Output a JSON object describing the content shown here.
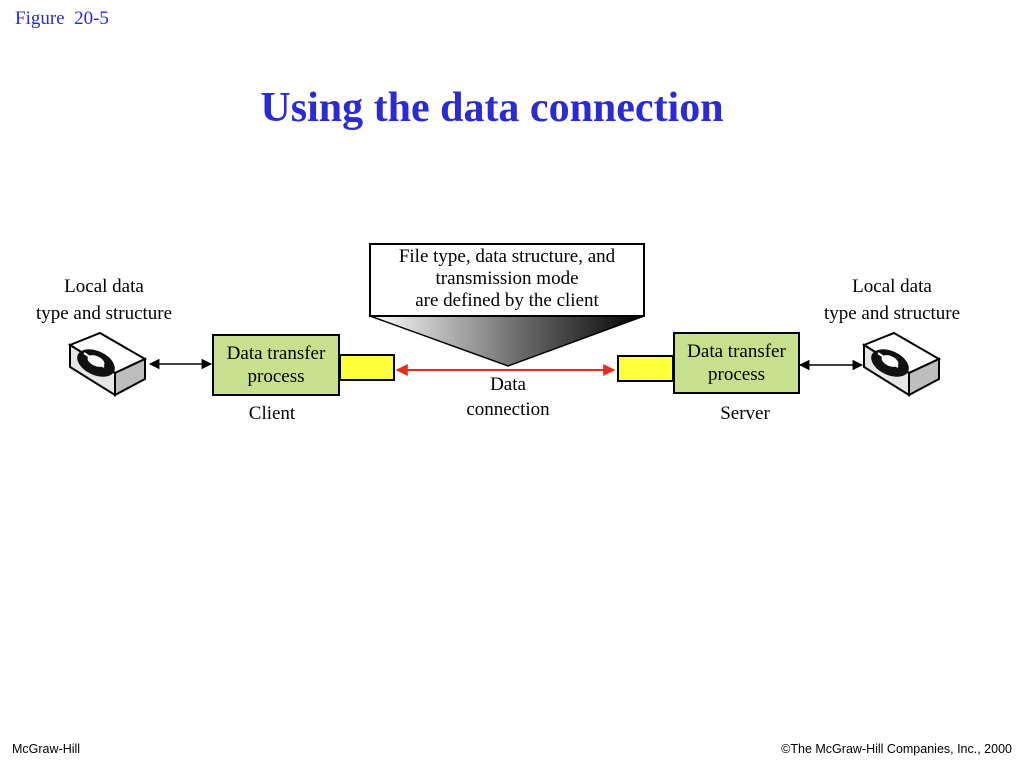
{
  "header": {
    "figure_label": "Figure  20-5",
    "title": "Using the data connection"
  },
  "diagram": {
    "local_data_left": "Local data\ntype and structure",
    "local_data_right": "Local data\ntype and structure",
    "client_process": "Data transfer\nprocess",
    "server_process": "Data transfer\nprocess",
    "client_label": "Client",
    "server_label": "Server",
    "connection_label": "Data\nconnection",
    "callout": "File type, data structure, and\ntransmission mode\nare defined by the client",
    "colors": {
      "process_box": "#c6e08e",
      "port": "#ffff3a",
      "connection_arrow": "#e82a1e",
      "title": "#2b2bd6"
    },
    "icons": {
      "storage": "disk-drive-icon"
    }
  },
  "footer": {
    "left": "McGraw-Hill",
    "right": "©The McGraw-Hill Companies, Inc., 2000"
  }
}
